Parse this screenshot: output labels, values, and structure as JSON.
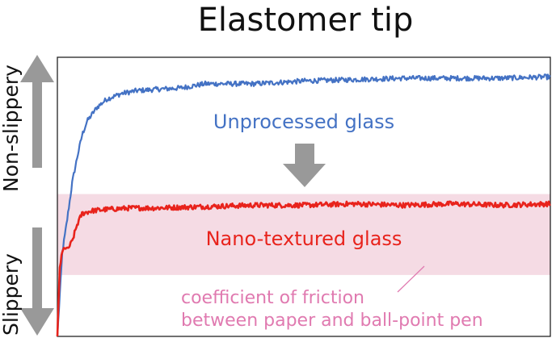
{
  "chart_data": {
    "type": "line",
    "title": "Elastomer tip",
    "ylabel_top": "Non-slippery",
    "ylabel_bottom": "Slippery",
    "xlabel": "",
    "ylim": [
      0,
      1
    ],
    "series": [
      {
        "name": "Unprocessed glass",
        "color": "#4472c4",
        "x": [
          0,
          0.01,
          0.02,
          0.03,
          0.04,
          0.05,
          0.06,
          0.08,
          0.1,
          0.13,
          0.16,
          0.2,
          0.25,
          0.3,
          0.4,
          0.5,
          0.6,
          0.7,
          0.8,
          0.9,
          1.0
        ],
        "y": [
          0.0,
          0.3,
          0.42,
          0.55,
          0.64,
          0.72,
          0.77,
          0.82,
          0.85,
          0.87,
          0.88,
          0.885,
          0.89,
          0.905,
          0.905,
          0.915,
          0.92,
          0.925,
          0.925,
          0.925,
          0.93
        ]
      },
      {
        "name": "Nano-textured glass",
        "color": "#e8231c",
        "x": [
          0,
          0.005,
          0.01,
          0.015,
          0.02,
          0.03,
          0.04,
          0.05,
          0.07,
          0.1,
          0.15,
          0.2,
          0.3,
          0.4,
          0.5,
          0.6,
          0.7,
          0.8,
          0.9,
          1.0
        ],
        "y": [
          0.0,
          0.25,
          0.3,
          0.32,
          0.31,
          0.34,
          0.4,
          0.44,
          0.45,
          0.455,
          0.46,
          0.46,
          0.465,
          0.47,
          0.47,
          0.475,
          0.47,
          0.475,
          0.47,
          0.475
        ]
      }
    ],
    "annotation_band": {
      "label_line1": "coefficient of friction",
      "label_line2": "between paper and ball-point pen",
      "ymin": 0.22,
      "ymax": 0.51,
      "color": "#f5dbe4",
      "text_color": "#e07ab0"
    },
    "arrow_color": "#999999"
  }
}
